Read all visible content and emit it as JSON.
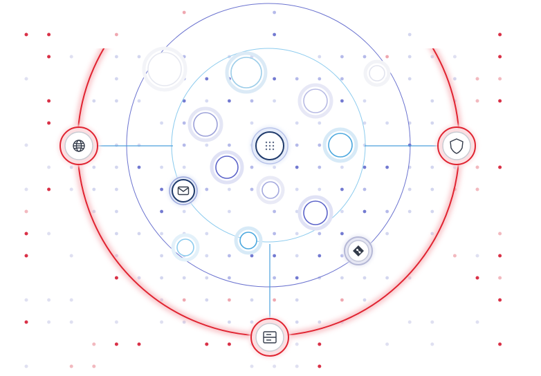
{
  "colors": {
    "background": "#ffffff",
    "red_ring": "#e02330",
    "red_glow": "#f3a0a8",
    "blue_ring": "#5b63c9",
    "light_blue_ring": "#82c6ec",
    "link_line": "#4a9fdc",
    "dot_red": "#d7263d",
    "dot_blue": "#6f73d6",
    "icon": "#333b4a"
  },
  "nodes": [
    {
      "id": "globe",
      "icon": "globe-icon",
      "ring": "red"
    },
    {
      "id": "shield",
      "icon": "shield-icon",
      "ring": "red"
    },
    {
      "id": "server",
      "icon": "server-icon",
      "ring": "red"
    },
    {
      "id": "mail",
      "icon": "mail-icon",
      "ring": "blue"
    },
    {
      "id": "hub",
      "icon": "dots-grid-icon",
      "ring": "blue"
    },
    {
      "id": "git",
      "icon": "git-diamond-icon",
      "ring": "blue"
    }
  ]
}
